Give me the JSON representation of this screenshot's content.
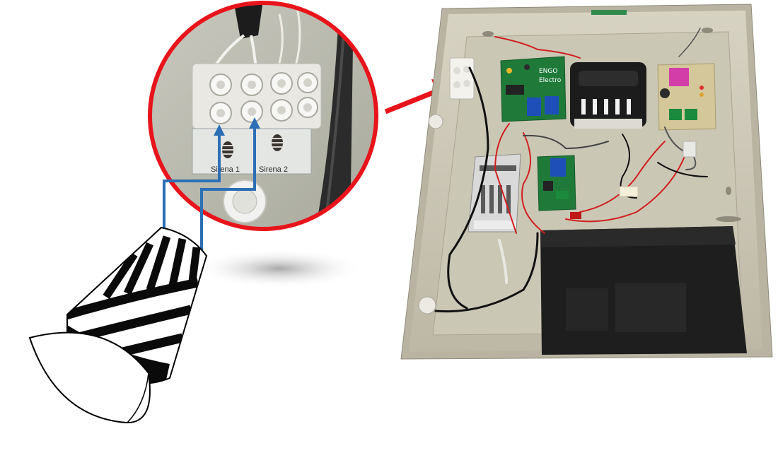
{
  "callout": {
    "terminal_labels": [
      "Sirena 1",
      "Sirena 2"
    ]
  },
  "enclosure": {
    "board_brand": [
      "ENGO",
      "Electro"
    ]
  },
  "colors": {
    "callout_ring": "#e8141b",
    "arrow": "#e8141b",
    "signal_wire": "#2c6fb5",
    "enclosure": "#c8c3b2",
    "battery": "#1e1e1e",
    "pcb_green": "#1f7a3a"
  },
  "icons": [
    "siren-speaker-icon",
    "terminal-block-icon",
    "battery-icon",
    "power-supply-icon",
    "relay-board-icon"
  ]
}
